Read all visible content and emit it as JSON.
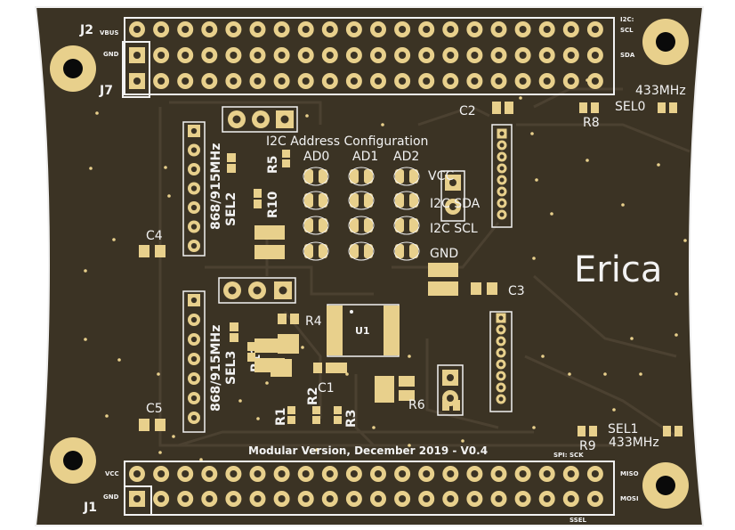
{
  "board": {
    "name": "Erica",
    "footer": "Modular Version, December 2019 - V0.4",
    "section_title": "I2C Address Configuration"
  },
  "headers": {
    "j2": "J2",
    "j7": "J7",
    "j1": "J1",
    "j2_left_pins": [
      "VBUS",
      "GND"
    ],
    "j2_right_pins": [
      "I2C:",
      "SCL",
      "SDA"
    ],
    "j1_left_pins": [
      "VCC",
      "GND"
    ],
    "j1_right_pins": [
      "SPI: SCK",
      "MISO",
      "MOSI",
      "SSEL"
    ]
  },
  "address_jumpers": [
    "AD0",
    "AD1",
    "AD2"
  ],
  "i2c_pins": [
    "VCC",
    "I2C SDA",
    "I2C SCL",
    "GND"
  ],
  "components": {
    "c1": "C1",
    "c2": "C2",
    "c3": "C3",
    "c4": "C4",
    "c5": "C5",
    "r1": "R1",
    "r2": "R2",
    "r3": "R3",
    "r4": "R4",
    "r5": "R5",
    "r6": "R6",
    "r8": "R8",
    "r9": "R9",
    "r10": "R10",
    "r11": "R11",
    "u1": "U1",
    "sel0": "SEL0",
    "sel1": "SEL1",
    "sel2": "SEL2",
    "sel3": "SEL3"
  },
  "frequencies": {
    "sel0_band": "433MHz",
    "sel1_band": "433MHz",
    "sel2_band": "868/915MHz",
    "sel3_band": "868/915MHz"
  },
  "colors": {
    "board": "#3b3324",
    "copper": "#4a4030",
    "pad": "#e8d08c",
    "silkscreen": "#f2f2f2"
  }
}
